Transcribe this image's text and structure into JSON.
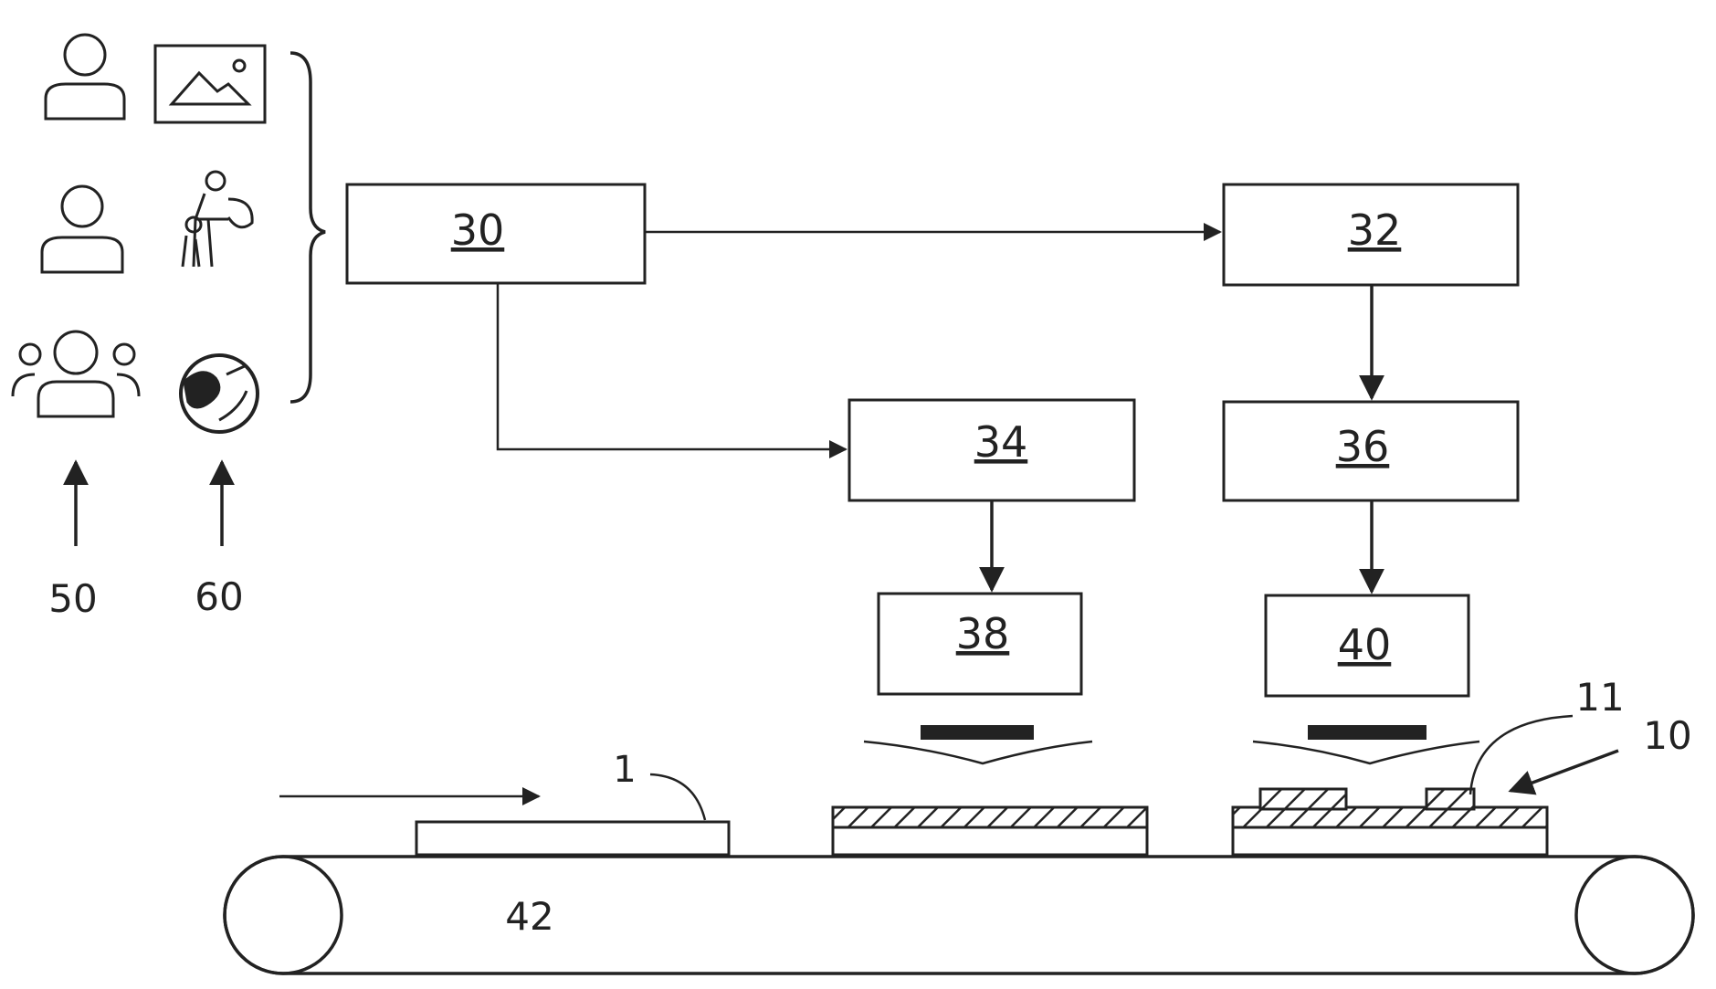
{
  "boxes": {
    "b30": "30",
    "b32": "32",
    "b34": "34",
    "b36": "36",
    "b38": "38",
    "b40": "40"
  },
  "labels": {
    "l50": "50",
    "l60": "60",
    "l1": "1",
    "l10": "10",
    "l11": "11",
    "l42": "42"
  },
  "icons": {
    "sources_50": [
      "person-icon",
      "person-icon",
      "group-icon"
    ],
    "sources_60": [
      "image-icon",
      "family-icon",
      "globe-icon"
    ]
  }
}
